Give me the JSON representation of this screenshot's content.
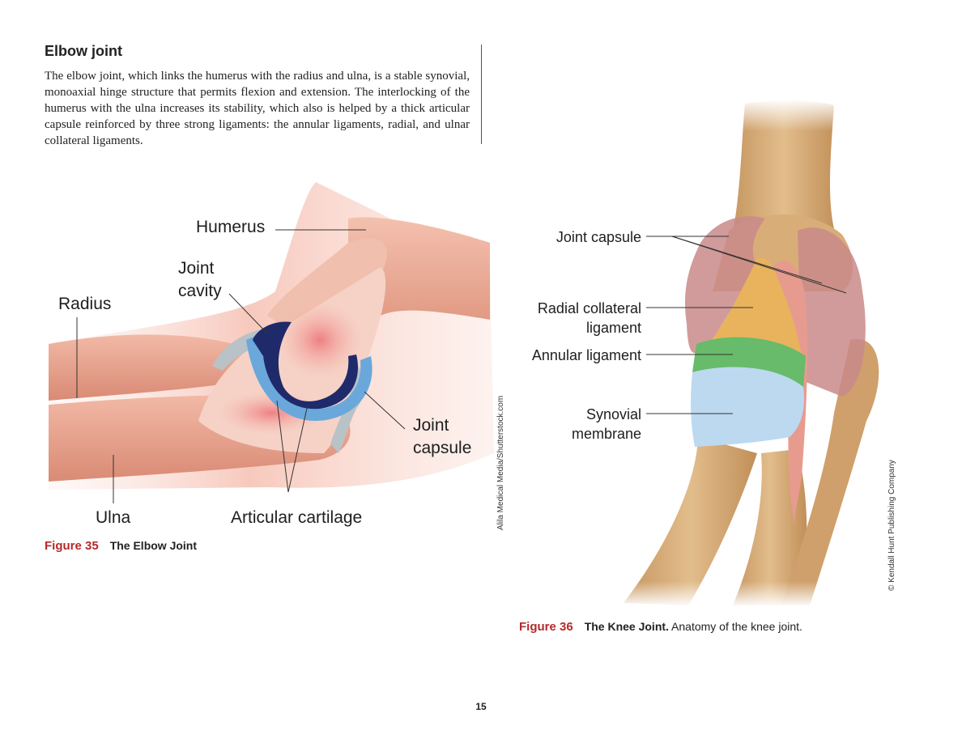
{
  "section": {
    "title": "Elbow joint",
    "body": "The elbow joint, which links the humerus with the radius and ulna, is a stable synovial, monoaxial hinge structure that permits flexion and extension. The interlocking of the humerus with the ulna increases its stability, which also is helped by a thick articular capsule reinforced by three strong ligaments: the annular ligaments, radial, and ulnar collateral ligaments."
  },
  "figure35": {
    "labels": {
      "humerus": "Humerus",
      "joint_cavity_1": "Joint",
      "joint_cavity_2": "cavity",
      "radius": "Radius",
      "joint_capsule_1": "Joint",
      "joint_capsule_2": "capsule",
      "ulna": "Ulna",
      "articular_cartilage": "Articular cartilage"
    },
    "caption_number": "Figure 35",
    "caption_title": "The Elbow Joint",
    "credit": "Alila Medical Media/Shutterstock.com"
  },
  "figure36": {
    "labels": {
      "joint_capsule": "Joint capsule",
      "radial_collateral_1": "Radial collateral",
      "radial_collateral_2": "ligament",
      "annular_ligament": "Annular ligament",
      "synovial_1": "Synovial",
      "synovial_2": "membrane"
    },
    "caption_number": "Figure 36",
    "caption_title": "The Knee Joint.",
    "caption_text": "Anatomy of the knee joint.",
    "credit": "© Kendall Hunt Publishing Company"
  },
  "page_number": "15",
  "colors": {
    "caption_red": "#b5292a",
    "cartilage_blue": "#6aa8dc",
    "cavity_navy": "#1f2a6b",
    "bone_tan": "#d9b07e",
    "ligament_orange": "#e8b35c",
    "annular_green": "#67bb6a",
    "synovial_blue": "#bcd9f0"
  }
}
